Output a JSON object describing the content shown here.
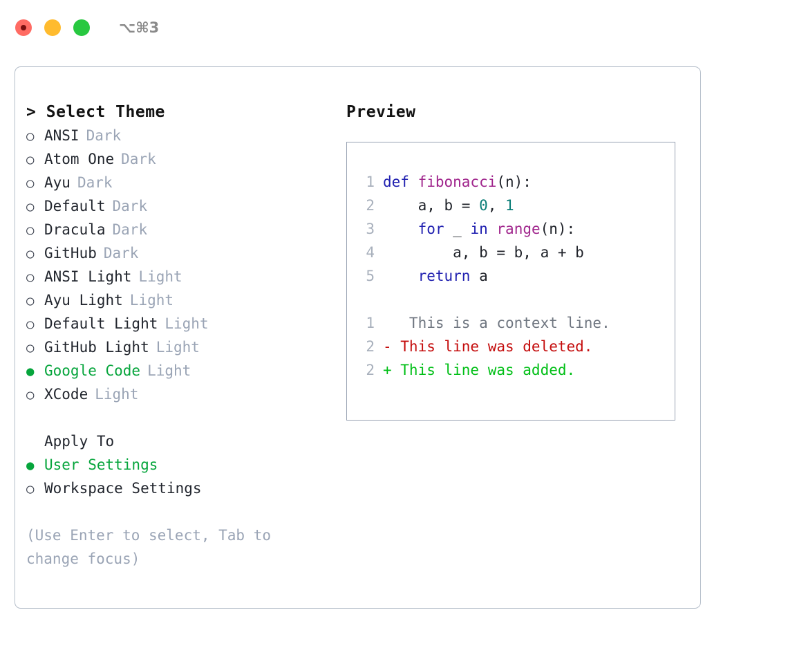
{
  "window": {
    "shortcut": "⌥⌘3",
    "controls": [
      {
        "name": "close",
        "color": "#ff6b63"
      },
      {
        "name": "minimize",
        "color": "#ffbb2e"
      },
      {
        "name": "zoom",
        "color": "#28c840"
      }
    ]
  },
  "theme_picker": {
    "title": "Select Theme",
    "caret": ">",
    "bullet_selected": "●",
    "bullet_unselected": "○",
    "accent_color": "#06a53c",
    "badge_color": "#9aa4b5",
    "items": [
      {
        "label": "ANSI",
        "badge": "Dark",
        "selected": false
      },
      {
        "label": "Atom One",
        "badge": "Dark",
        "selected": false
      },
      {
        "label": "Ayu",
        "badge": "Dark",
        "selected": false
      },
      {
        "label": "Default",
        "badge": "Dark",
        "selected": false
      },
      {
        "label": "Dracula",
        "badge": "Dark",
        "selected": false
      },
      {
        "label": "GitHub",
        "badge": "Dark",
        "selected": false
      },
      {
        "label": "ANSI Light",
        "badge": "Light",
        "selected": false
      },
      {
        "label": "Ayu Light",
        "badge": "Light",
        "selected": false
      },
      {
        "label": "Default Light",
        "badge": "Light",
        "selected": false
      },
      {
        "label": "GitHub Light",
        "badge": "Light",
        "selected": false
      },
      {
        "label": "Google Code",
        "badge": "Light",
        "selected": true
      },
      {
        "label": "XCode",
        "badge": "Light",
        "selected": false
      }
    ]
  },
  "apply_to": {
    "title": "Apply To",
    "items": [
      {
        "label": "User Settings",
        "selected": true
      },
      {
        "label": "Workspace Settings",
        "selected": false
      }
    ]
  },
  "hint": "(Use Enter to select, Tab to change focus)",
  "preview": {
    "title": "Preview",
    "code_lines": [
      {
        "number": "1",
        "tokens": [
          {
            "text": "def ",
            "type": "kw"
          },
          {
            "text": "fibonacci",
            "type": "fn"
          },
          {
            "text": "(n):",
            "type": "pln"
          }
        ]
      },
      {
        "number": "2",
        "tokens": [
          {
            "text": "    a, b = ",
            "type": "pln"
          },
          {
            "text": "0",
            "type": "num"
          },
          {
            "text": ", ",
            "type": "pln"
          },
          {
            "text": "1",
            "type": "num"
          }
        ]
      },
      {
        "number": "3",
        "tokens": [
          {
            "text": "    for",
            "type": "kw"
          },
          {
            "text": " _ ",
            "type": "pln"
          },
          {
            "text": "in",
            "type": "kw"
          },
          {
            "text": " ",
            "type": "pln"
          },
          {
            "text": "range",
            "type": "fn"
          },
          {
            "text": "(n):",
            "type": "pln"
          }
        ]
      },
      {
        "number": "4",
        "tokens": [
          {
            "text": "        a, b = b, a + b",
            "type": "pln"
          }
        ]
      },
      {
        "number": "5",
        "tokens": [
          {
            "text": "    return",
            "type": "kw"
          },
          {
            "text": " a",
            "type": "pln"
          }
        ]
      }
    ],
    "diff_lines": [
      {
        "number": "1",
        "marker": " ",
        "text": "  This is a context line.",
        "kind": "ctx"
      },
      {
        "number": "2",
        "marker": "-",
        "text": " This line was deleted.",
        "kind": "del"
      },
      {
        "number": "2",
        "marker": "+",
        "text": " This line was added.",
        "kind": "add"
      }
    ],
    "colors": {
      "keyword": "#2020b0",
      "function": "#a0258c",
      "number": "#0a7d77",
      "plain": "#20232a",
      "gutter": "#a8b0bc",
      "diff_context": "#6f7680",
      "diff_deleted": "#c40c0c",
      "diff_added": "#00bf16"
    }
  }
}
